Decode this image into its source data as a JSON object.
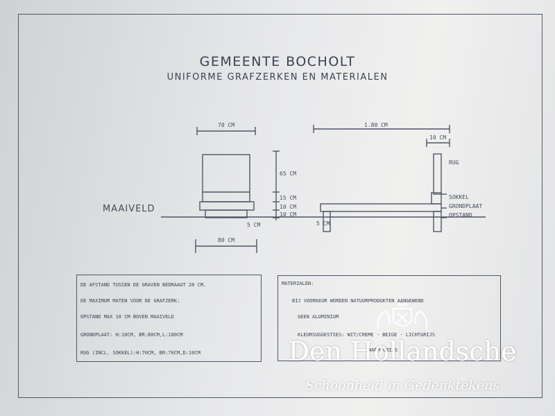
{
  "document": {
    "title": "GEMEENTE BOCHOLT",
    "subtitle": "UNIFORME GRAFZERKEN EN MATERIALEN"
  },
  "front_view": {
    "width_top": "70 CM",
    "width_bottom": "80 CM",
    "height_main": "65 CM",
    "height_sokkel": "15 CM",
    "height_grondplaat": "10 CM",
    "height_opstand": "10 CM",
    "depth_small": "5 CM",
    "ground_label": "MAAIVELD"
  },
  "side_view": {
    "length": "1.80 CM",
    "thickness": "10 CM",
    "depth_small": "5 CM",
    "labels": {
      "rug": "RUG",
      "sokkel": "SOKKEL",
      "grondplaat": "GRONDPLAAT",
      "opstand": "OPSTAND"
    }
  },
  "rules_box": {
    "lines": [
      "DE AFSTAND TUSSEN DE GRAVEN BEDRAAGT 20 CM.",
      "DE MAXIMUM MATEN VOOR DE GRAFZERK:",
      "OPSTAND MAX 10 CM BOVEN MAAIVELD",
      "GRONDPLAAT: H:10CM, BR:80CM,L:180CM",
      "RUG (INCL. SOKKEL):H:70CM, BR:70CM,D:10CM"
    ]
  },
  "materials_box": {
    "lines": [
      "MATERIALEN:",
      "BIJ VOORKEUR WORDEN NATUURPRODUKTEN AANGEWEND",
      "GEEN ALUMINIUM",
      "KLEURSUGGESTIES: WIT/CREME - BEIGE - LICHTGRIJS",
      "WARM GRIJS"
    ]
  },
  "watermark": {
    "name": "Den Hollandsche",
    "tagline": "Schoonheid in Gedenktekens"
  },
  "colors": {
    "ink": "#4f5566",
    "paper": "#e7e8ea",
    "watermark": "#ffffff"
  }
}
